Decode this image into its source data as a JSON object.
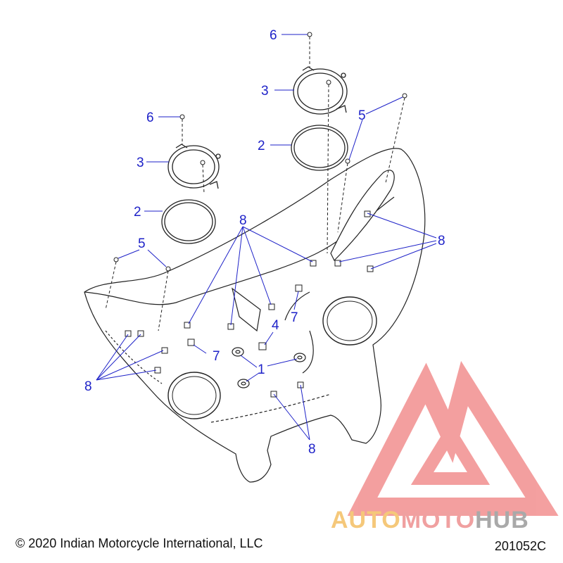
{
  "diagram": {
    "callouts": {
      "c1": "1",
      "c2a": "2",
      "c2b": "2",
      "c3a": "3",
      "c3b": "3",
      "c4": "4",
      "c5a": "5",
      "c5b": "5",
      "c6a": "6",
      "c6b": "6",
      "c7a": "7",
      "c7b": "7",
      "c8a": "8",
      "c8b": "8",
      "c8c": "8",
      "c8d": "8"
    }
  },
  "watermark": {
    "part1": "AUTO",
    "part2": "MOTO",
    "part3": "HUB",
    "color_auto": "#f5c87a",
    "color_moto": "#f0a0a0",
    "color_hub": "#a9a9a9",
    "logo_color": "#f08080"
  },
  "footer": {
    "copyright": "© 2020 Indian Motorcycle International, LLC",
    "code": "201052C"
  },
  "colors": {
    "callout": "#1e22c8",
    "line": "#222222"
  }
}
